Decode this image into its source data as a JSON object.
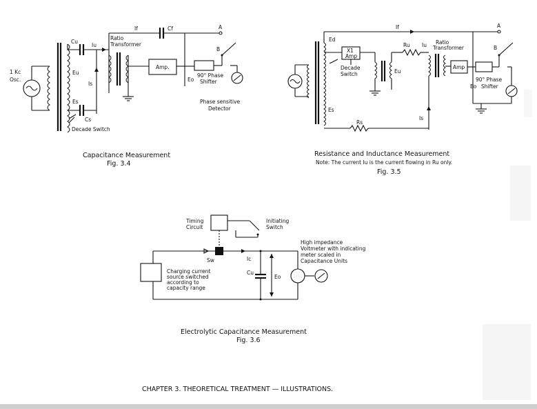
{
  "fig34": {
    "caption": "Capacitance Measurement",
    "fig_no": "Fig. 3.4",
    "osc_line1": "1 Kc",
    "osc_line2": "Osc.",
    "ratio_tx_line1": "Ratio",
    "ratio_tx_line2": "Transformer",
    "amp": "Amp.",
    "phase_line1": "90° Phase",
    "phase_line2": "Shifter",
    "detector_line1": "Phase sensitive",
    "detector_line2": "Detector",
    "decade": "Decade Switch",
    "cu": "Cu",
    "cs": "Cs",
    "cf": "Cf",
    "iu": "Iu",
    "is": "Is",
    "if": "If",
    "eu": "Eu",
    "es": "Es",
    "eo": "Eo",
    "a": "A",
    "b": "B"
  },
  "fig35": {
    "caption": "Resistance and Inductance Measurement",
    "note": "Note: The current Iu is the current flowing in Ru only.",
    "fig_no": "Fig. 3.5",
    "x1_line1": "X1",
    "x1_line2": "Amp",
    "decade_line1": "Decade",
    "decade_line2": "Switch",
    "ratio_tx_line1": "Ratio",
    "ratio_tx_line2": "Transformer",
    "amp": "Amp",
    "phase_line1": "90° Phase",
    "phase_line2": "Shifter",
    "ed": "Ed",
    "ru": "Ru",
    "iu": "Iu",
    "eu": "Eu",
    "es": "Es",
    "rs": "Rs",
    "is": "Is",
    "if": "If",
    "eo": "Eo",
    "a": "A",
    "b": "B"
  },
  "fig36": {
    "caption": "Electrolytic Capacitance Measurement",
    "fig_no": "Fig. 3.6",
    "timing_line1": "Timing",
    "timing_line2": "Circuit",
    "init_line1": "Initiating",
    "init_line2": "Switch",
    "hv_line1": "High impedance",
    "hv_line2": "Voltmeter with indicating",
    "hv_line3": "meter scaled in",
    "hv_line4": "Capacitance Units",
    "src_line1": "Charging current",
    "src_line2": "source switched",
    "src_line3": "according to",
    "src_line4": "capacity range",
    "sw": "Sw",
    "ic": "Ic",
    "cu": "Cu",
    "eo": "Eo"
  },
  "chapter_footer": "CHAPTER 3. THEORETICAL TREATMENT — ILLUSTRATIONS."
}
